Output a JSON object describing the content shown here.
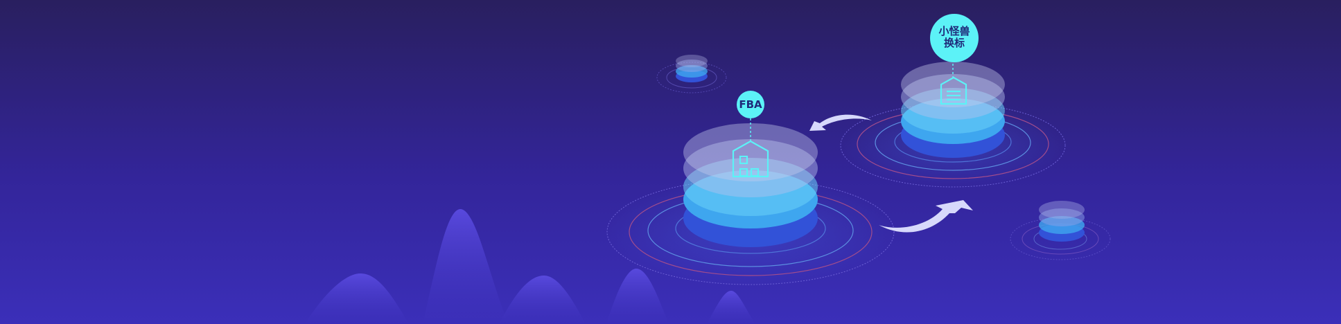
{
  "badges": {
    "fba_label": "FBA",
    "relabel_line1": "小怪兽",
    "relabel_line2": "换标"
  },
  "colors": {
    "bg_top": "#291f5f",
    "bg_bottom": "#3b2fb9",
    "badge_fill": "#5cf2f7",
    "badge_text": "#1f2a7a",
    "disc_top": "#6ad2f7",
    "disc_mid": "#3ea6ef",
    "disc_bottom": "#3252d8",
    "ring_red": "#a34d8c",
    "ring_blue": "#5c8fe0",
    "arrow_fill": "#d7d9fb",
    "hills": "#5346d9"
  },
  "icons": [
    "warehouse-icon",
    "label-warehouse-icon",
    "curved-arrow-icon"
  ]
}
